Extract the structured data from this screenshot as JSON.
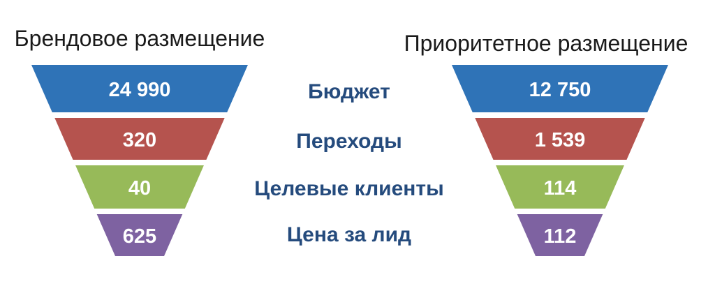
{
  "page": {
    "background": "#FFFFFF"
  },
  "titles": {
    "left": "Брендовое размещение",
    "right": "Приоритетное размещение"
  },
  "stage_labels": [
    "Бюджет",
    "Переходы",
    "Целевые клиенты",
    "Цена за лид"
  ],
  "colors": {
    "segment_blue": "#2F73B7",
    "segment_red": "#B5534E",
    "segment_green": "#97BA59",
    "segment_purple": "#7E62A1",
    "stage_label_text": "#254B7D",
    "value_text": "#FFFFFF",
    "title_text": "#1A1A1A"
  },
  "chart_data": [
    {
      "type": "funnel",
      "title": "Брендовое размещение",
      "categories": [
        "Бюджет",
        "Переходы",
        "Целевые клиенты",
        "Цена за лид"
      ],
      "values": [
        24990,
        320,
        40,
        625
      ],
      "value_labels": [
        "24 990",
        "320",
        "40",
        "625"
      ],
      "colors": [
        "#2F73B7",
        "#B5534E",
        "#97BA59",
        "#7E62A1"
      ]
    },
    {
      "type": "funnel",
      "title": "Приоритетное размещение",
      "categories": [
        "Бюджет",
        "Переходы",
        "Целевые клиенты",
        "Цена за лид"
      ],
      "values": [
        12750,
        1539,
        114,
        112
      ],
      "value_labels": [
        "12 750",
        "1 539",
        "114",
        "112"
      ],
      "colors": [
        "#2F73B7",
        "#B5534E",
        "#97BA59",
        "#7E62A1"
      ]
    }
  ]
}
